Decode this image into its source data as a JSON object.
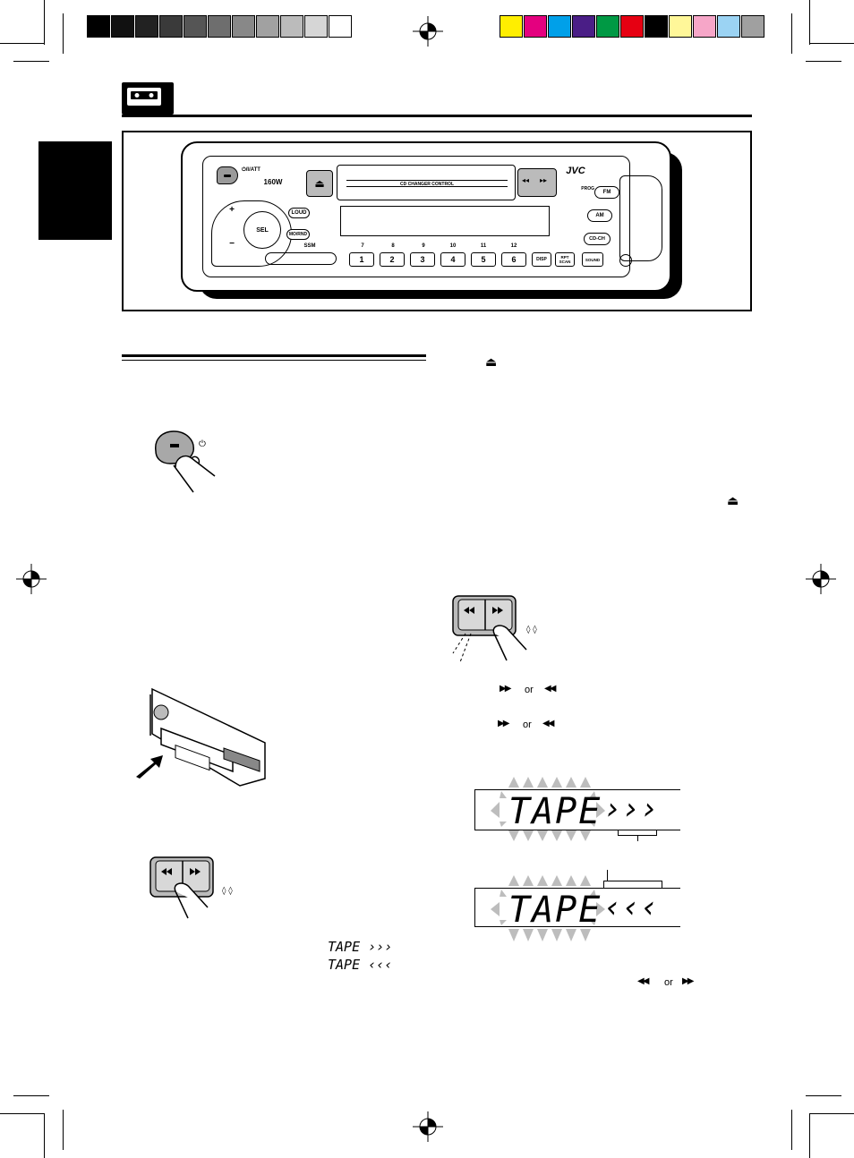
{
  "colors": {
    "gray_bar": [
      "#000000",
      "#111111",
      "#222222",
      "#3a3a3a",
      "#555555",
      "#6e6e6e",
      "#888888",
      "#a1a1a1",
      "#bbbbbb",
      "#d6d6d6",
      "#ffffff"
    ],
    "color_bar": [
      "#ffee00",
      "#e4007f",
      "#00a0e9",
      "#4a1e86",
      "#009944",
      "#e60012",
      "#000000",
      "#fff799",
      "#f6a6c8",
      "#9bd3f3",
      "#a0a0a0"
    ],
    "tab_bg": "#000000",
    "display_gray": "#bdbdbd"
  },
  "stereo": {
    "brand": "JVC",
    "power_label": "⏻/I/ATT",
    "wattage": "160W",
    "cd_changer": "CD CHANGER CONTROL",
    "ssm": "SSM",
    "prog": "PROG",
    "loud": "LOUD",
    "sel": "SEL",
    "mono": "MO/RND",
    "band_buttons": [
      "FM",
      "AM",
      "CD-CH"
    ],
    "numbers_top": [
      "7",
      "8",
      "9",
      "10",
      "11",
      "12"
    ],
    "presets": [
      "1",
      "2",
      "3",
      "4",
      "5",
      "6"
    ],
    "disp": "DISP",
    "rpt_scan": "RPT SCAN",
    "sound": "SOUND",
    "plus": "+",
    "minus": "−",
    "rew": "◂◂",
    "ff": "▸▸"
  },
  "figures": {
    "eject_symbol": "⏏",
    "power_icon": "⏻",
    "ff_symbol": "▶▶",
    "rew_symbol": "◀◀",
    "or_word": "or",
    "tape_ff": "TAPE ›››",
    "tape_rew": "TAPE ‹‹‹",
    "display_word": "TAPE"
  },
  "icons": [
    "cassette-icon",
    "eject-icon",
    "power-icon",
    "registration-mark-icon",
    "finger-icon",
    "arrow-icon"
  ]
}
